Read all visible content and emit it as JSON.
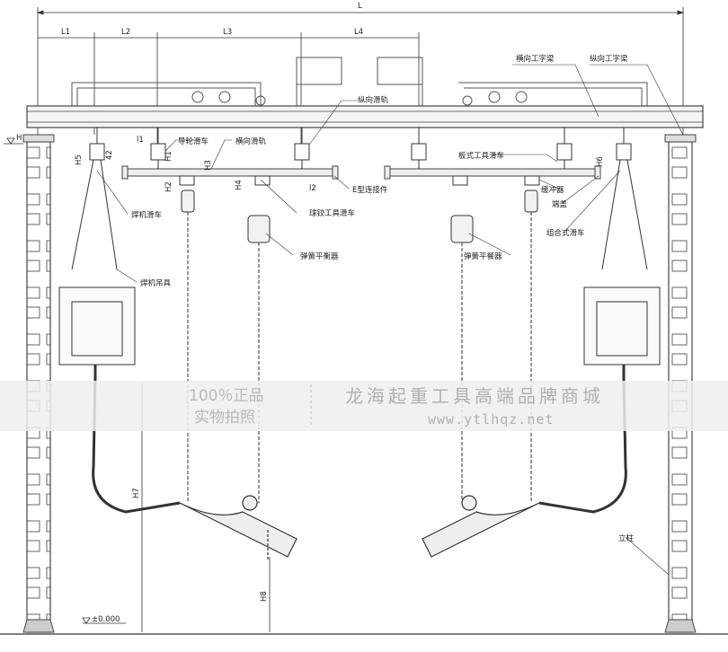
{
  "dimensions": {
    "L": "L",
    "L1": "L1",
    "L2": "L2",
    "L3": "L3",
    "L4": "L4",
    "H": "H",
    "H1": "H1",
    "H2": "H2",
    "H3": "H3",
    "H4": "H4",
    "H5": "H5",
    "H6": "H6",
    "H7": "H7",
    "H8": "H8",
    "l1": "l1",
    "l2": "l2",
    "num42": "42",
    "ground": "±0.000"
  },
  "labels": {
    "transverse_i_beam": "横向工字梁",
    "longitudinal_i_beam": "纵向工字梁",
    "longitudinal_rail": "纵向滑轨",
    "guide_wheel_trolley": "导轮滑车",
    "transverse_rail": "横向滑轨",
    "plate_tool_trolley": "板式工具滑车",
    "e_connector": "E型连接件",
    "ball_tool_trolley": "球铰工具滑车",
    "buffer": "缓冲器",
    "end_cap": "端盖",
    "combined_trolley": "组合式滑车",
    "welder_trolley": "焊机滑车",
    "welder_hanger": "焊机吊具",
    "spring_balancer_left": "弹簧平衡器",
    "spring_balancer_right": "弹簧平餐器",
    "column": "立柱"
  },
  "watermark": {
    "line1": "100％正品",
    "line2": "实物拍照",
    "shop": "龙海起重工具高端品牌商城",
    "url": "www.ytlhqz.net"
  }
}
